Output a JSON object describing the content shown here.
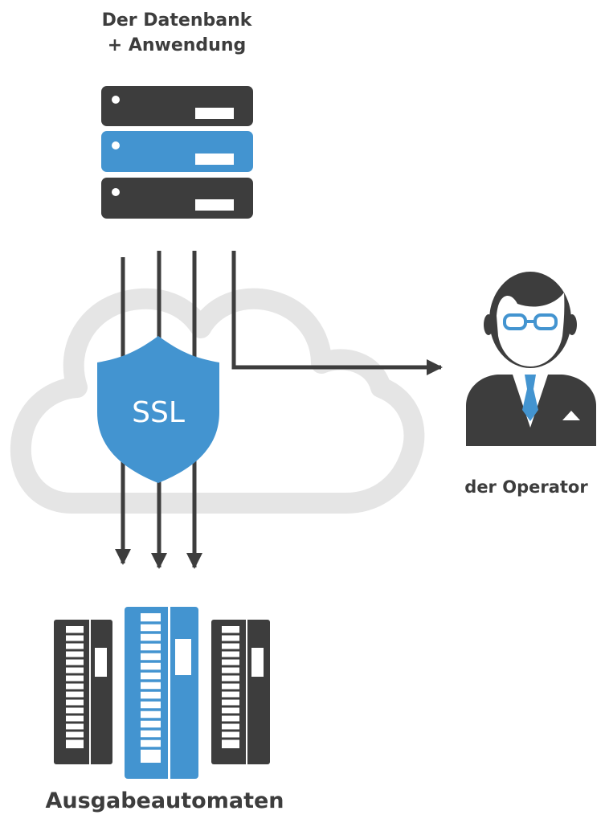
{
  "labels": {
    "server_line1": "Der Datenbank",
    "server_line2": "+ Anwendung",
    "operator": "der Operator",
    "atms": "Ausgabeautomaten"
  },
  "shield_text": "SSL",
  "colors": {
    "dark": "#3d3d3d",
    "blue": "#4394d0",
    "cloud": "#e5e5e5",
    "white": "#ffffff"
  },
  "icons": {
    "server": "server-rack-icon",
    "cloud": "cloud-icon",
    "shield": "shield-icon",
    "operator": "businessman-icon",
    "atms": "atm-machine-icon"
  }
}
